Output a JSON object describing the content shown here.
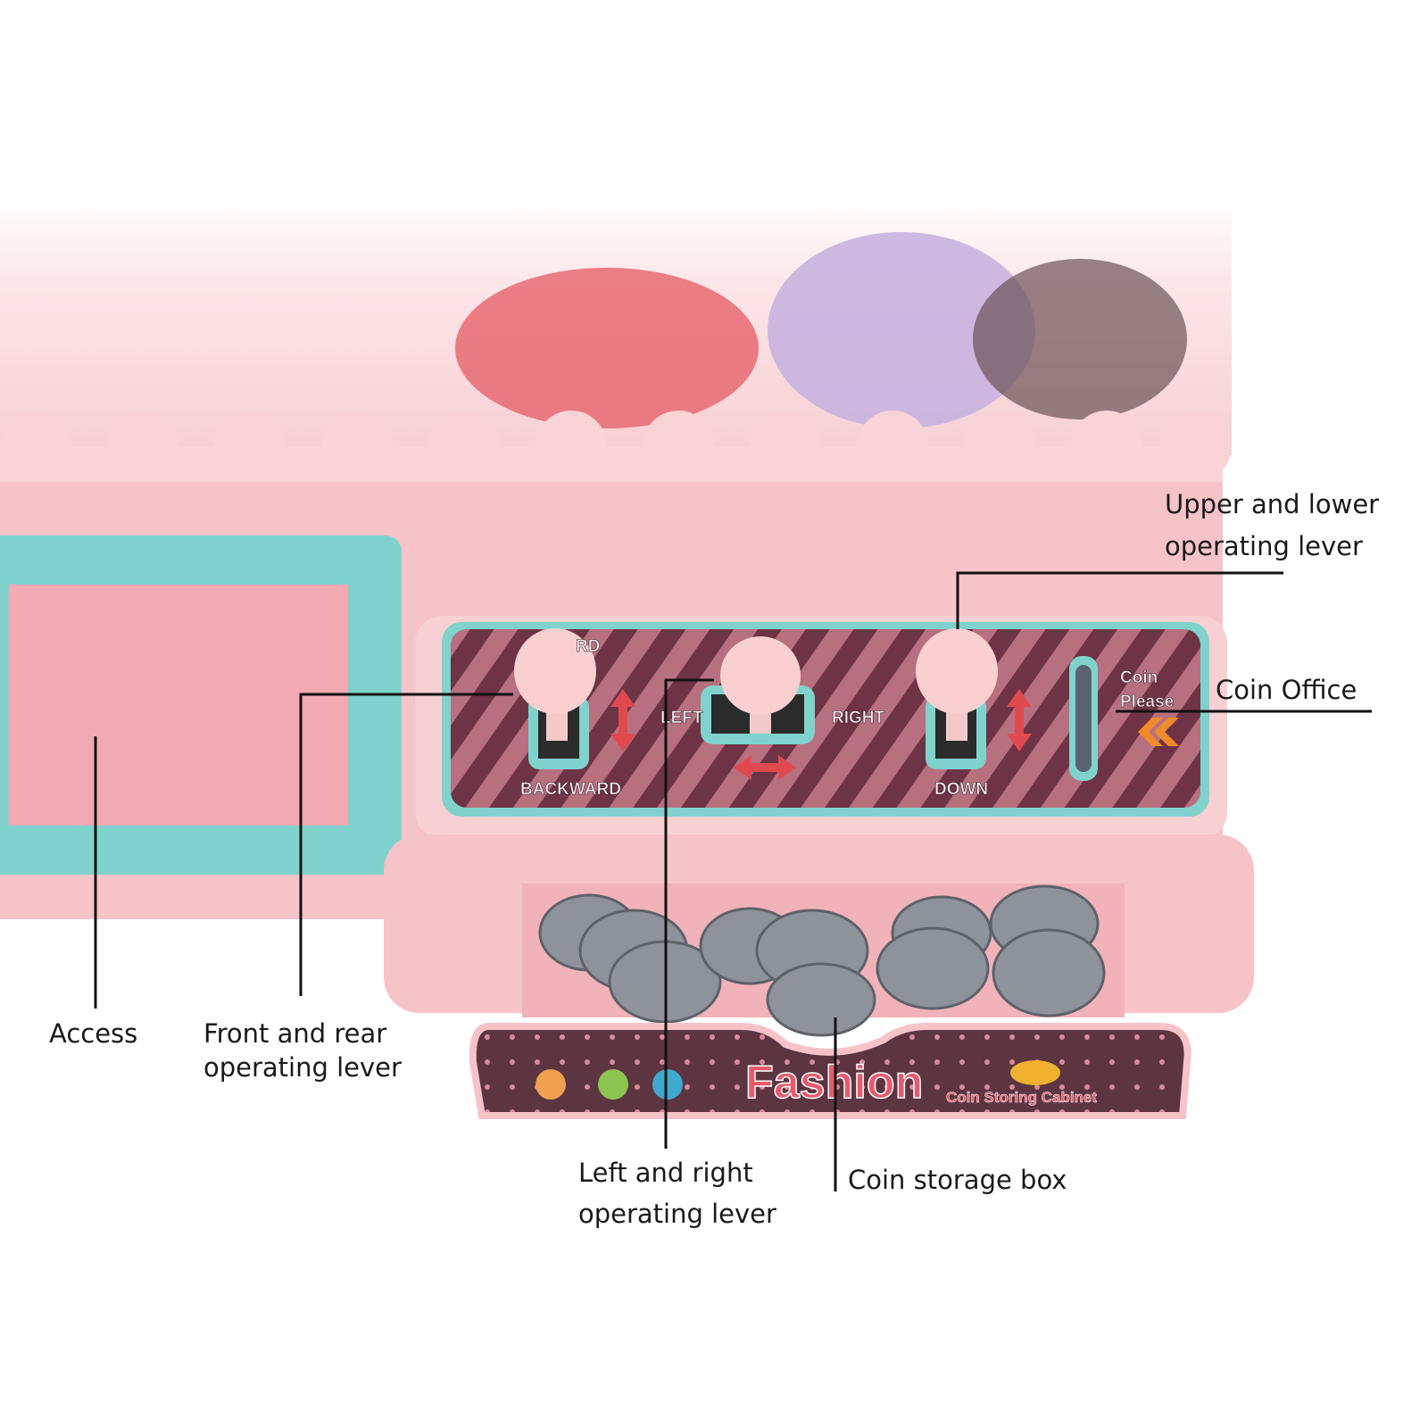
{
  "callouts": {
    "access": "Access",
    "front_rear": [
      "Front and rear",
      "operating lever"
    ],
    "left_right": [
      "Left and right",
      "operating lever"
    ],
    "coin_storage": "Coin storage box",
    "upper_lower": [
      "Upper and lower",
      "operating lever"
    ],
    "coin_office": "Coin Office"
  },
  "panel": {
    "forward_partial": "RD",
    "backward": "BACKWARD",
    "left": "LEFT",
    "right": "RIGHT",
    "down": "DOWN",
    "coin_please": [
      "Coin",
      "Please"
    ]
  },
  "drawer": {
    "brand": "Fashion",
    "subtitle": "Coin Storing Cabinet"
  },
  "colors": {
    "pink": "#f6c6cb",
    "teal": "#7fd3cc",
    "panel": "#8a4a5c",
    "drawer": "#5a3440"
  }
}
